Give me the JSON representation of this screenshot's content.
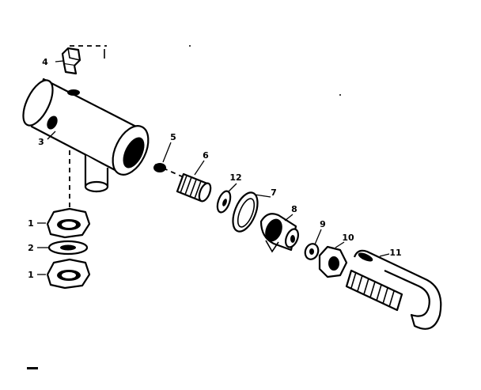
{
  "callouts": [
    {
      "id": "1a",
      "text": "1"
    },
    {
      "id": "2",
      "text": "2"
    },
    {
      "id": "1b",
      "text": "1"
    },
    {
      "id": "3",
      "text": "3"
    },
    {
      "id": "4",
      "text": "4"
    },
    {
      "id": "5",
      "text": "5"
    },
    {
      "id": "6",
      "text": "6"
    },
    {
      "id": "12",
      "text": "12"
    },
    {
      "id": "7",
      "text": "7"
    },
    {
      "id": "8",
      "text": "8"
    },
    {
      "id": "9",
      "text": "9"
    },
    {
      "id": "10",
      "text": "10"
    },
    {
      "id": "11",
      "text": "11"
    }
  ]
}
